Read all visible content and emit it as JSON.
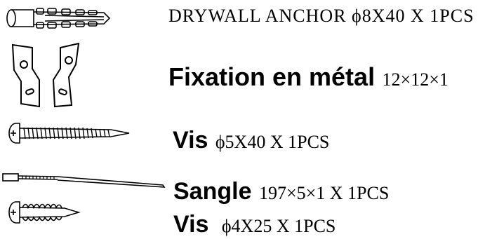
{
  "items": [
    {
      "icon": "drywall-anchor-icon",
      "name": "",
      "spec": "DRYWALL ANCHOR ϕ8X40 X 1PCS"
    },
    {
      "icon": "metal-bracket-icon",
      "name": "Fixation en métal",
      "spec": "12×12×1"
    },
    {
      "icon": "long-screw-icon",
      "name": "Vis",
      "spec": "ϕ5X40 X 1PCS"
    },
    {
      "icon": "cable-strap-icon",
      "name": "Sangle",
      "spec": "197×5×1 X 1PCS"
    },
    {
      "icon": "short-screw-icon",
      "name": "Vis",
      "spec": "ϕ4X25 X 1PCS"
    }
  ]
}
